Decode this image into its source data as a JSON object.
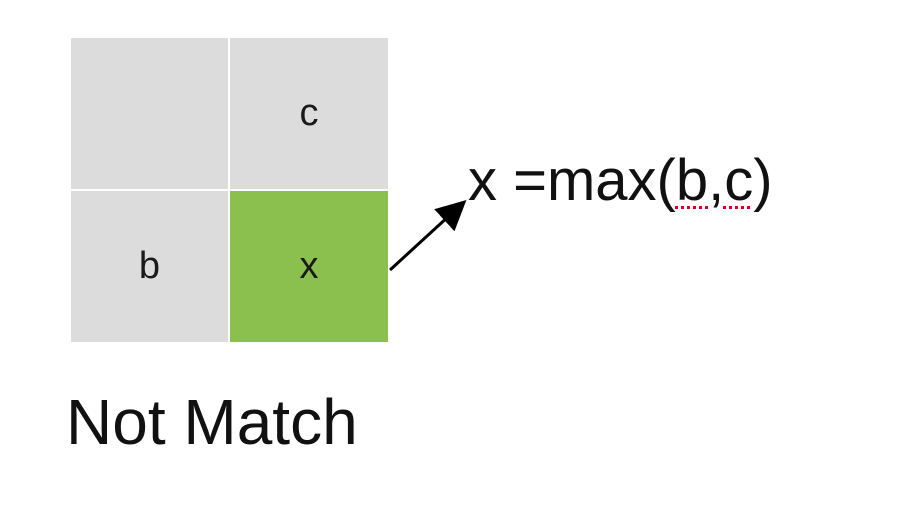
{
  "grid": {
    "cells": [
      {
        "label": "",
        "fill": "#dcdcdc"
      },
      {
        "label": "c",
        "fill": "#dcdcdc"
      },
      {
        "label": "b",
        "fill": "#dcdcdc"
      },
      {
        "label": "x",
        "fill": "#8bc04e"
      }
    ]
  },
  "formula": {
    "prefix": "x =max(",
    "args": "b,c",
    "suffix": ")"
  },
  "caption": "Not Match",
  "colors": {
    "cell_gray": "#dcdcdc",
    "highlight_green": "#8bc04e",
    "spellcheck_underline": "#d0021b",
    "arrow": "#000000"
  }
}
